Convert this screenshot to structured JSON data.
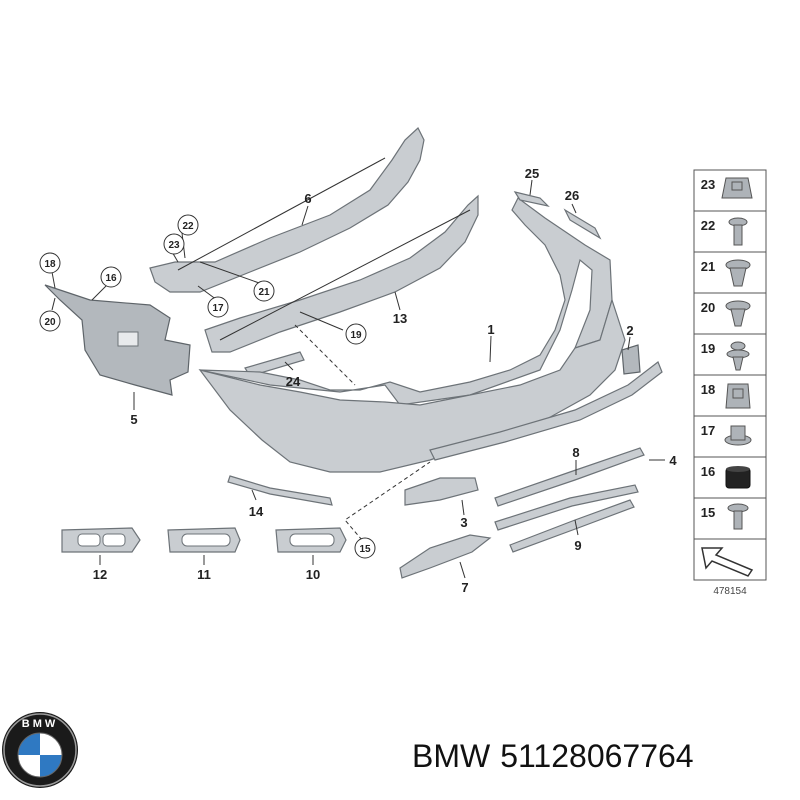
{
  "callouts": [
    "1",
    "2",
    "3",
    "4",
    "5",
    "6",
    "7",
    "8",
    "9",
    "10",
    "11",
    "12",
    "13",
    "14",
    "24",
    "25",
    "26"
  ],
  "circled_callouts": [
    "15",
    "16",
    "17",
    "18",
    "19",
    "20",
    "21",
    "22",
    "23"
  ],
  "legend": {
    "items": [
      "23",
      "22",
      "21",
      "20",
      "19",
      "18",
      "17",
      "16",
      "15"
    ],
    "reference": "478154"
  },
  "logo": {
    "text": "BMW"
  },
  "footer": {
    "brand": "BMW",
    "part_number": "51128067764"
  }
}
